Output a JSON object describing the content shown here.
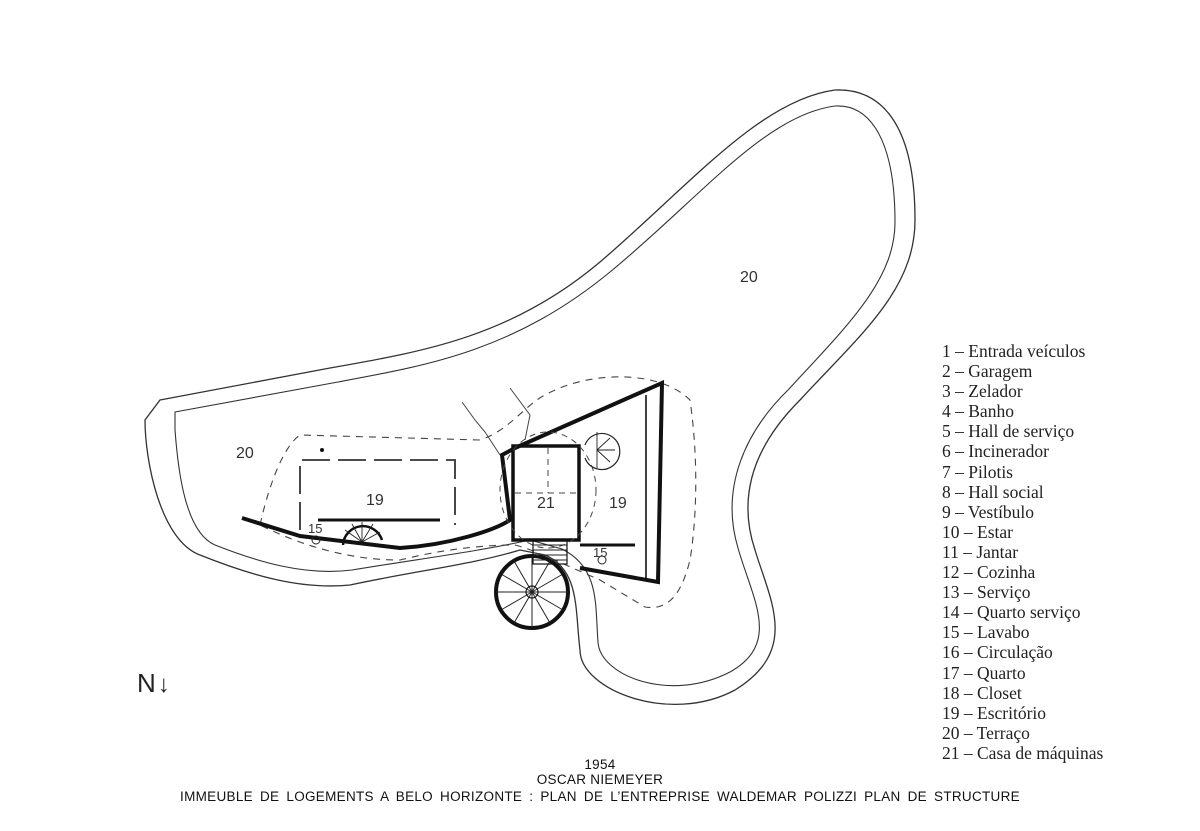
{
  "plan": {
    "rooms": [
      {
        "number": "20"
      },
      {
        "number": "20"
      },
      {
        "number": "19"
      },
      {
        "number": "19"
      },
      {
        "number": "21"
      },
      {
        "number": "15"
      },
      {
        "number": "15"
      }
    ]
  },
  "north": {
    "letter": "N",
    "arrow_icon": "arrow-down-icon",
    "arrow": "↓"
  },
  "legend": [
    "1 – Entrada veículos",
    "2 – Garagem",
    "3 – Zelador",
    "4 – Banho",
    "5 – Hall de serviço",
    "6 – Incinerador",
    "7 – Pilotis",
    "8 – Hall social",
    "9 – Vestíbulo",
    "10 – Estar",
    "11 – Jantar",
    "12 – Cozinha",
    "13 – Serviço",
    "14 – Quarto serviço",
    "15 – Lavabo",
    "16 – Circulação",
    "17 – Quarto",
    "18 – Closet",
    "19 – Escritório",
    "20 – Terraço",
    "21 – Casa de máquinas"
  ],
  "caption": {
    "year": "1954",
    "author": "OSCAR NIEMEYER",
    "title": "IMMEUBLE DE LOGEMENTS A BELO HORIZONTE : PLAN DE L’ENTREPRISE WALDEMAR POLIZZI PLAN DE STRUCTURE"
  }
}
